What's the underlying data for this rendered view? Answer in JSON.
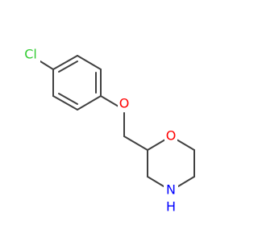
{
  "molecule": {
    "atoms": {
      "chlorine": "Cl",
      "ether_oxygen": "O",
      "ring_oxygen": "O",
      "ring_nitrogen": "N",
      "ring_nitrogen_hydrogen": "H"
    }
  },
  "colors": {
    "bond": "#404040",
    "chlorine": "#33cc33",
    "oxygen": "#ff0000",
    "nitrogen": "#0000ff"
  }
}
